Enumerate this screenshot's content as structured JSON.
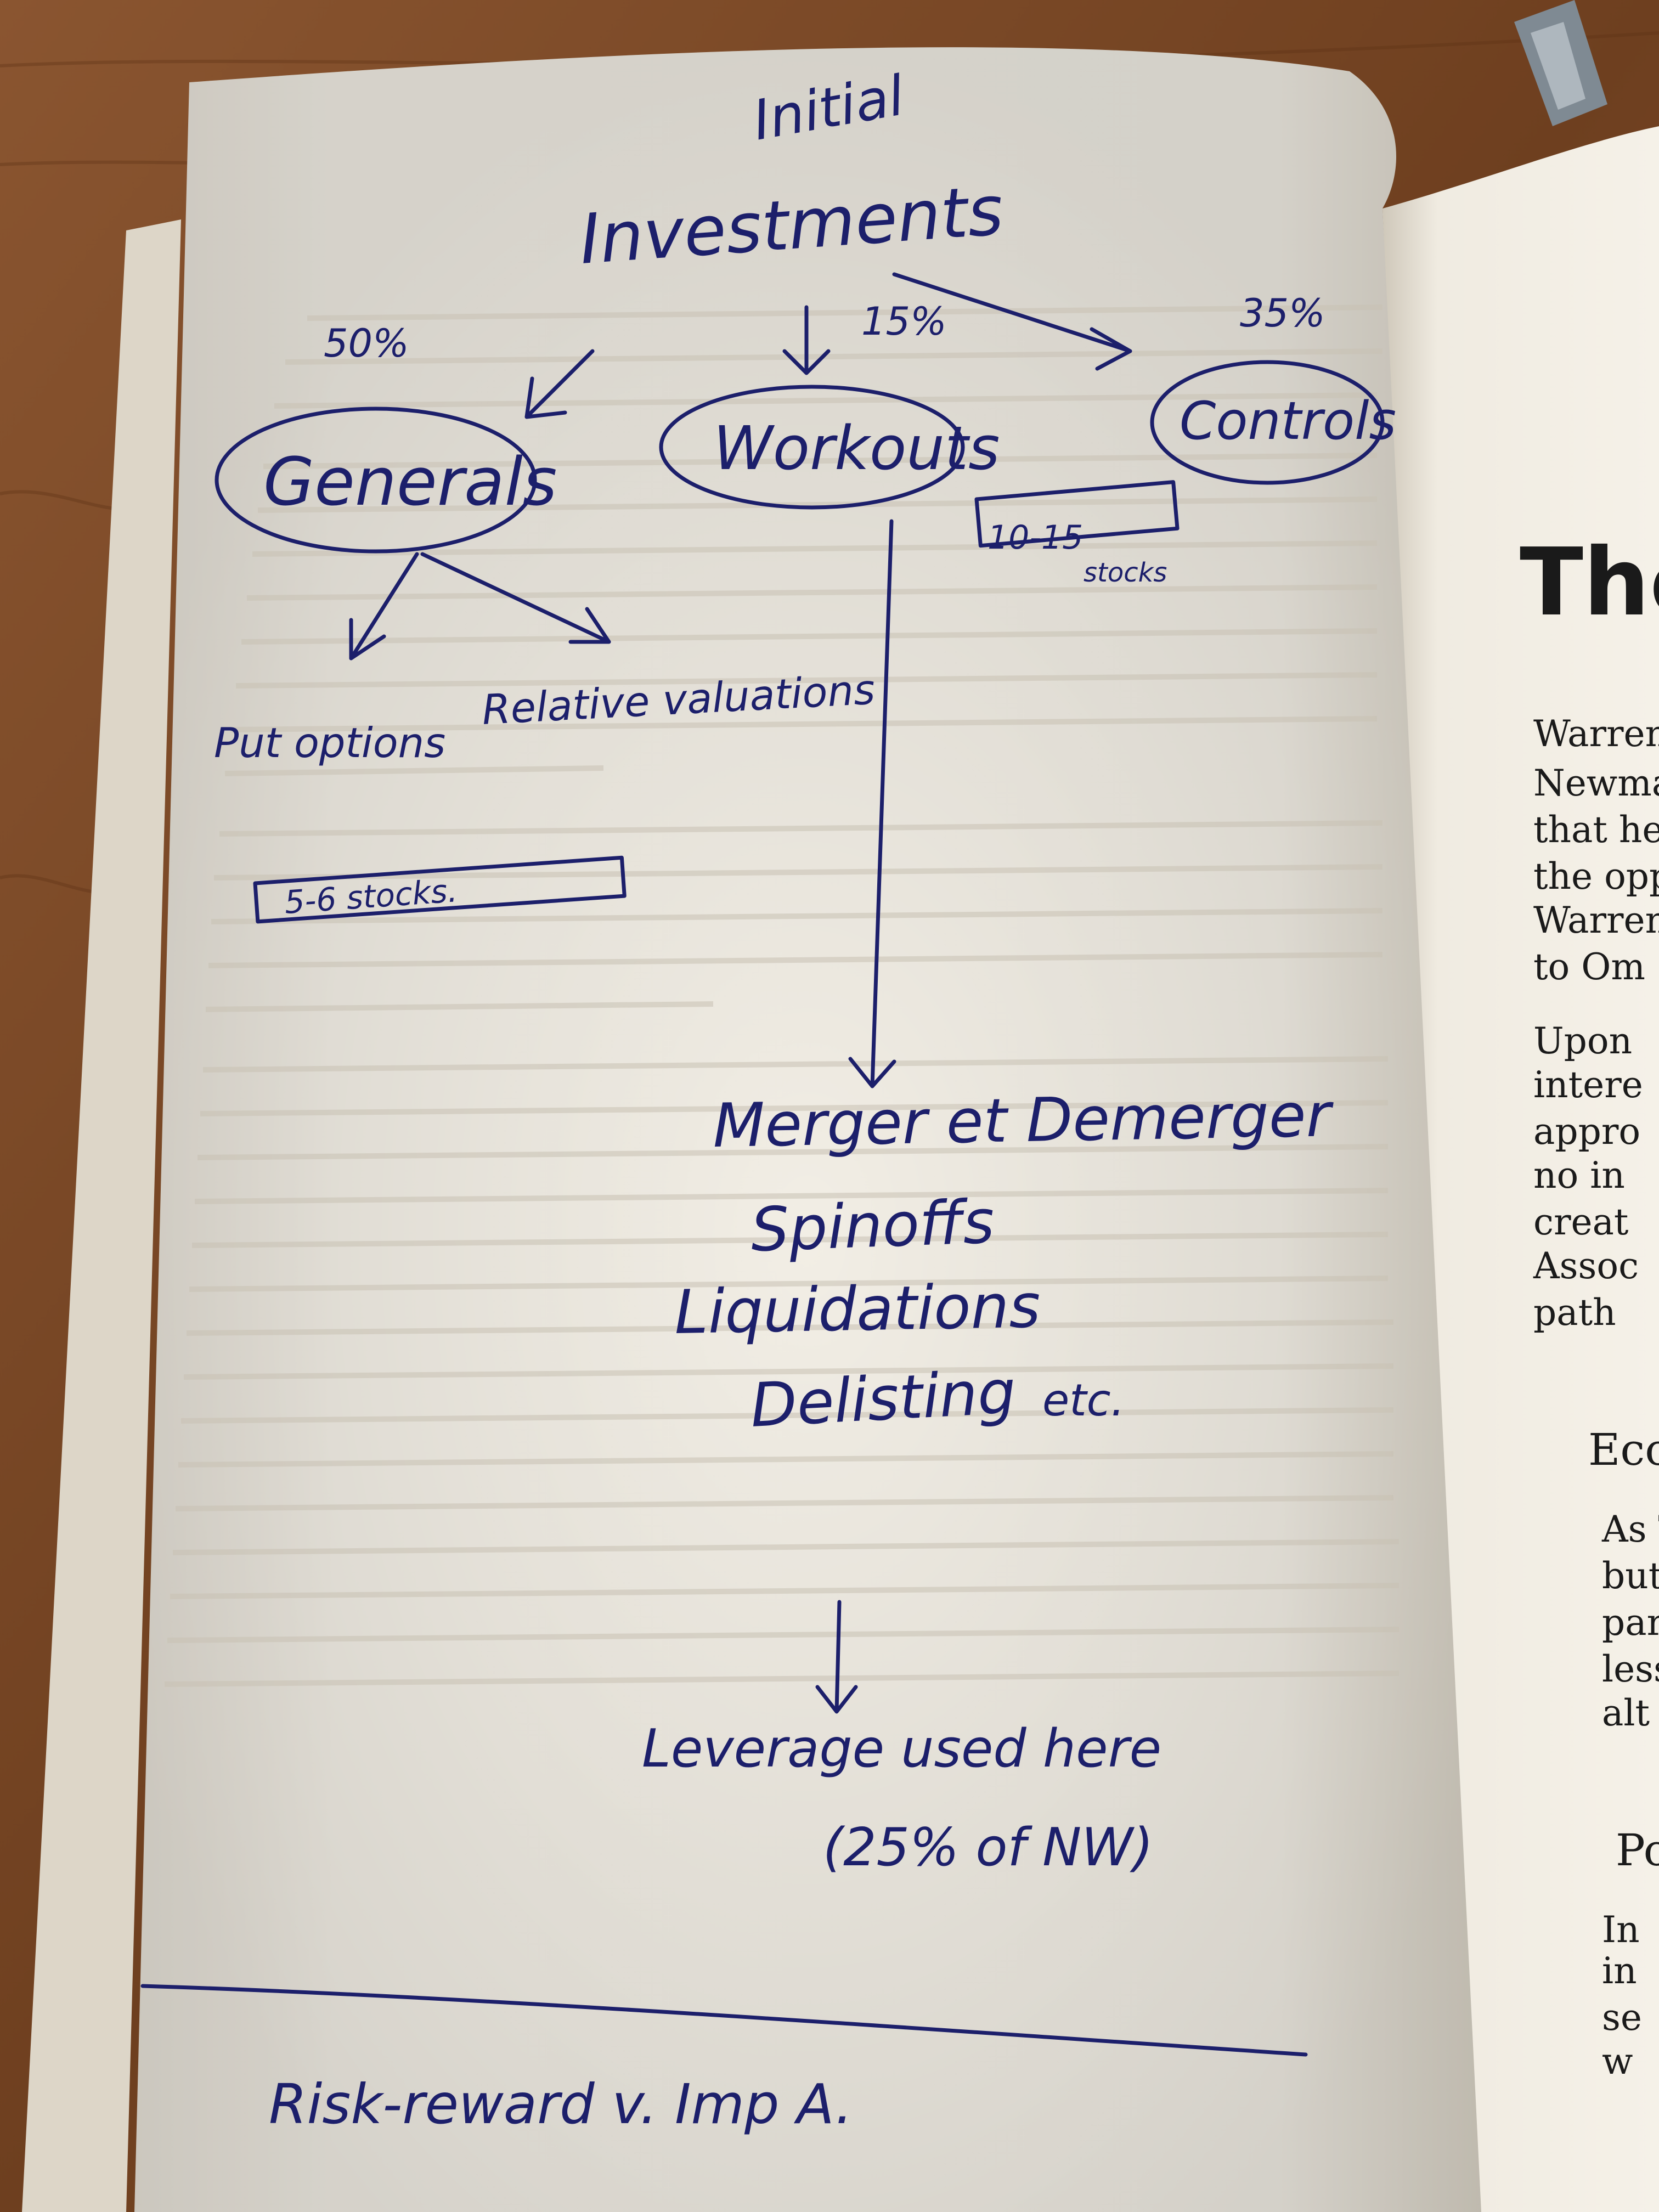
{
  "note": {
    "initial": "Initial",
    "investments": "Investments",
    "pct_generals": "50%",
    "pct_workouts": "15%",
    "pct_controls": "35%",
    "generals": "Generals",
    "workouts": "Workouts",
    "controls": "Controls",
    "workouts_stocks_count": "10-15",
    "workouts_stocks_unit": "stocks",
    "put_ones": "Put options",
    "relative_valuations": "Relative valuations",
    "generals_stocks": "5-6 stocks.",
    "workout_types": [
      "Merger et Demerger",
      "Spinoffs",
      "Liquidations",
      "Delisting"
    ],
    "workout_etc": "etc.",
    "leverage_line1": "Leverage used here",
    "leverage_line2": "(25% of NW)",
    "footer": "Risk-reward v. Imp A."
  },
  "printed_page": {
    "heading": "The",
    "lines": [
      "Warren",
      "Newma",
      "that he",
      "the opp",
      "Warren",
      "to Om",
      "Upon",
      "intere",
      "appro",
      "no in",
      "creat",
      "Assoc",
      "path",
      "Eco",
      "As T",
      "but",
      "par",
      "less",
      "alt",
      "Po",
      "In",
      "in",
      "se",
      "w"
    ]
  },
  "colors": {
    "ink": "#1c1f6b",
    "paper": "#f1ede4",
    "table": "#7a4a28"
  }
}
